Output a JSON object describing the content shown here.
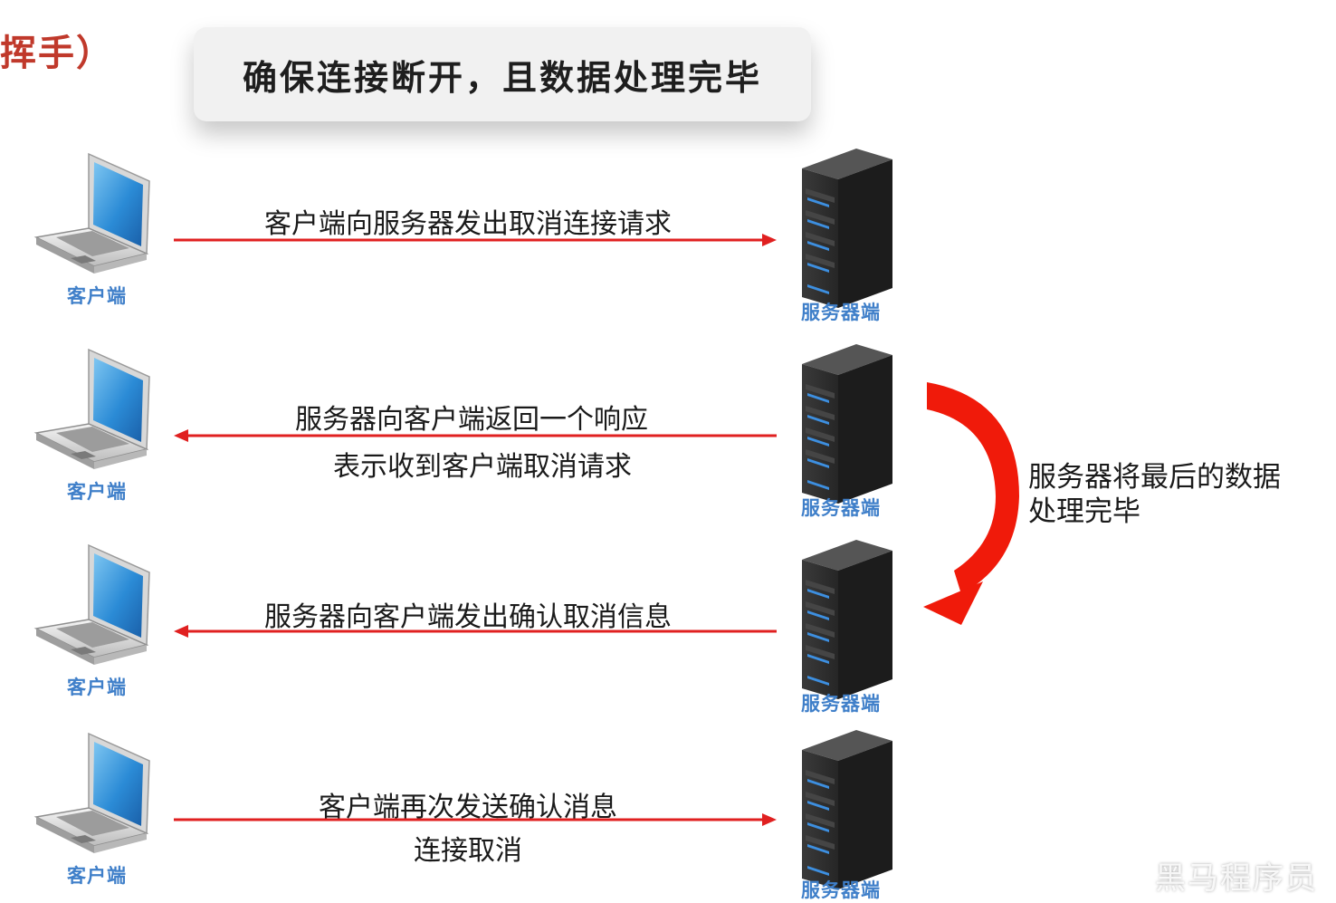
{
  "slide_title": "挥手）",
  "banner": "确保连接断开，且数据处理完毕",
  "labels": {
    "client": "客户端",
    "server": "服务器端"
  },
  "steps": [
    {
      "lines": [
        "客户端向服务器发出取消连接请求"
      ],
      "direction": "to-server"
    },
    {
      "lines": [
        "服务器向客户端返回一个响应",
        "表示收到客户端取消请求"
      ],
      "direction": "to-client"
    },
    {
      "lines": [
        "服务器向客户端发出确认取消信息"
      ],
      "direction": "to-client"
    },
    {
      "lines": [
        "客户端再次发送确认消息",
        "连接取消"
      ],
      "direction": "to-server"
    }
  ],
  "note_lines": [
    "服务器将最后的数据",
    "处理完毕"
  ],
  "watermark": "黑马程序员",
  "colors": {
    "arrow": "#e02020",
    "curved_arrow": "#f01a0a",
    "label_blue": "#3f7fc9",
    "title_red": "#c0392b"
  },
  "icons": {
    "client": "laptop-icon",
    "server": "server-tower-icon"
  }
}
